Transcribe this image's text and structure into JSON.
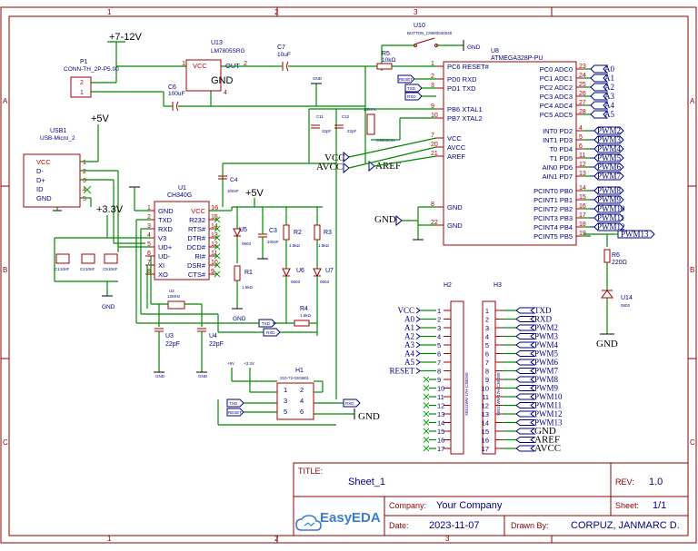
{
  "frame": {
    "col_labels": [
      "1",
      "2",
      "3"
    ],
    "row_labels": [
      "A",
      "B",
      "C"
    ]
  },
  "title_block": {
    "title_label": "TITLE:",
    "title_value": "Sheet_1",
    "rev_label": "REV:",
    "rev_value": "1.0",
    "company_label": "Company:",
    "company_value": "Your Company",
    "sheet_label": "Sheet:",
    "sheet_value": "1/1",
    "date_label": "Date:",
    "date_value": "2023-11-07",
    "drawn_label": "Drawn By:",
    "drawn_value": "CORPUZ, JANMARC D.",
    "logo_text": "EasyEDA"
  },
  "power": {
    "p_7_12v": "+7-12V",
    "p_5v": "+5V",
    "p_3v3": "+3.3V",
    "gnd": "GND"
  },
  "p1": {
    "ref": "P1",
    "value": "CONN-TH_2P-P5.00",
    "pins": [
      "2",
      "1"
    ]
  },
  "u13": {
    "ref": "U13",
    "value": "LM7805SRG",
    "vcc": "VCC",
    "out": "OUT",
    "gnd": "GND",
    "pin1": "1",
    "pin2": "2",
    "pin4": "4"
  },
  "c6": {
    "ref": "C6",
    "value": "100uF"
  },
  "c7": {
    "ref": "C7",
    "value": "10uF"
  },
  "usb1": {
    "ref": "USB1",
    "value": "USB-Micro_2",
    "pins": [
      "VCC",
      "D-",
      "D+",
      "ID",
      "GND"
    ],
    "nums": [
      "1",
      "2",
      "3",
      "4",
      "5"
    ]
  },
  "u1": {
    "ref": "U1",
    "value": "CH340G",
    "left_pins": [
      "GND",
      "TXD",
      "RXD",
      "V3",
      "UD+",
      "UD-",
      "XI",
      "XO"
    ],
    "left_nums": [
      "1",
      "2",
      "3",
      "4",
      "5",
      "6",
      "7",
      "8"
    ],
    "right_pins": [
      "VCC",
      "R232",
      "RTS#",
      "DTR#",
      "DCD#",
      "RI#",
      "DSR#",
      "CTS#"
    ],
    "right_nums": [
      "16",
      "15",
      "14",
      "13",
      "12",
      "11",
      "10",
      "9"
    ]
  },
  "c4": {
    "ref": "C4",
    "value": "100nF"
  },
  "c3": {
    "ref": "C3",
    "value": "100nF"
  },
  "u5": {
    "ref": "U5",
    "value": "0603"
  },
  "u6": {
    "ref": "U6",
    "value": "0603"
  },
  "u7": {
    "ref": "U7",
    "value": "0603"
  },
  "r1": {
    "ref": "R1",
    "value": "1.5kΩ"
  },
  "r2": {
    "ref": "R2",
    "value": "1.5kΩ"
  },
  "r3": {
    "ref": "R3",
    "value": "1.5kΩ"
  },
  "r4": {
    "ref": "R4",
    "value": "1.5kΩ"
  },
  "c_small": {
    "c1": "C1",
    "c2": "C2",
    "c5": "C5",
    "cap_val": "10nF"
  },
  "u2": {
    "ref": "U2",
    "value": "12MHz"
  },
  "u3": {
    "ref": "U3",
    "value": "22pF"
  },
  "u4": {
    "ref": "U4",
    "value": "22pF"
  },
  "h1": {
    "ref": "H1",
    "value": "210-72-03GB01",
    "pins": [
      "1",
      "2",
      "3",
      "4",
      "5",
      "6"
    ]
  },
  "u10": {
    "ref": "U10",
    "value": "BUTTON_C9900040040"
  },
  "r5": {
    "ref": "R5",
    "value": "10kΩ"
  },
  "u8": {
    "ref": "U8",
    "value": "ATMEGA328P-PU",
    "left_pins": [
      "PC6 RESET#",
      "PD0 RXD",
      "PD1 TXD",
      "PB6 XTAL1",
      "PB7 XTAL2",
      "VCC",
      "AVCC",
      "AREF",
      "GND",
      "GND"
    ],
    "left_nums": [
      "1",
      "2",
      "3",
      "9",
      "10",
      "7",
      "20",
      "21",
      "8",
      "22"
    ],
    "right_pins": [
      "PC0 ADC0",
      "PC1 ADC1",
      "PC2 ADC2",
      "PC3 ADC3",
      "PC4 ADC4",
      "PC5 ADC5",
      "INT0 PD2",
      "INT1 PD3",
      "T0 PD4",
      "T1 PD5",
      "AIN0 PD6",
      "AIN1 PD7",
      "PCINT0 PB0",
      "PCINT1 PB1",
      "PCINT2 PB2",
      "PCINT3 PB3",
      "PCINT4 PB4",
      "PCINT5 PB5"
    ],
    "right_nums": [
      "23",
      "24",
      "25",
      "26",
      "27",
      "28",
      "4",
      "5",
      "6",
      "11",
      "12",
      "13",
      "14",
      "15",
      "16",
      "17",
      "18",
      "19"
    ]
  },
  "x1": {
    "value": "16MHz",
    "ref2": "C9900044"
  },
  "caps_crystal": {
    "c11": "C11",
    "c12": "C12",
    "val": "22pF"
  },
  "r6": {
    "ref": "R6",
    "value": "220Ω"
  },
  "u14": {
    "ref": "U14",
    "value": "0603"
  },
  "net_labels": {
    "analog": [
      "A0",
      "A1",
      "A2",
      "A3",
      "A4",
      "A5"
    ],
    "pwm_top": [
      "PWM2",
      "PWM3",
      "PWM4",
      "PWM5",
      "PWM6",
      "PWM7"
    ],
    "pwm_bot": [
      "PWM8",
      "PWM9",
      "PWM10",
      "PWM11",
      "PWM12"
    ],
    "pwm13": "PWM13",
    "vcc": "VCC",
    "avcc": "AVCC",
    "aref": "AREF",
    "reset": "RESET",
    "txd": "TXD",
    "rxd": "RXD"
  },
  "h2": {
    "ref": "H2",
    "value": "X6511WV-17H-C30D60",
    "labels": [
      "VCC",
      "A0",
      "A1",
      "A2",
      "A3",
      "A4",
      "A5",
      "RESET"
    ],
    "nums": [
      "1",
      "2",
      "3",
      "4",
      "5",
      "6",
      "7",
      "8",
      "9",
      "10",
      "11",
      "12",
      "13",
      "14",
      "15",
      "16",
      "17"
    ]
  },
  "h3": {
    "ref": "H3",
    "value": "X6511WV-17H-C30D60",
    "labels": [
      "TXD",
      "RXD",
      "PWM2",
      "PWM3",
      "PWM4",
      "PWM5",
      "PWM6",
      "PWM7",
      "PWM8",
      "PWM9",
      "PWM10",
      "PWM11",
      "PWM12",
      "PWM13",
      "GND",
      "AREF",
      "AVCC"
    ],
    "nums": [
      "1",
      "2",
      "3",
      "4",
      "5",
      "6",
      "7",
      "8",
      "9",
      "10",
      "11",
      "12",
      "13",
      "14",
      "15",
      "16",
      "17"
    ]
  }
}
